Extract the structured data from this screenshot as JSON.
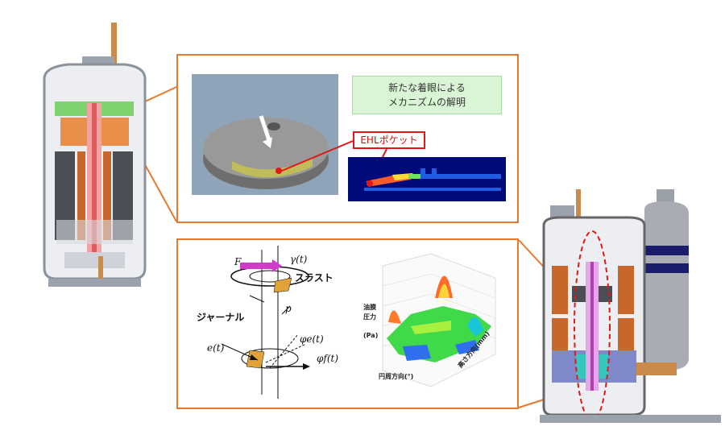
{
  "top_panel": {
    "green_label_line1": "新たな着眼による",
    "green_label_line2": "メカニズムの解明",
    "red_label": "EHLポケット"
  },
  "bottom_panel": {
    "diagram_labels": {
      "F": "F",
      "gamma": "γ(t)",
      "thrust": "スラスト",
      "p": "p",
      "journal": "ジャーナル",
      "e": "e(t)",
      "phi_e": "φe(t)",
      "phi_f": "φf(t)"
    },
    "plot_labels": {
      "z_axis_line1": "油膜",
      "z_axis_line2": "圧力",
      "z_axis_unit": "(Pa)",
      "x_axis": "円周方向(°)",
      "y_axis": "高さ方向(mm)"
    }
  },
  "colors": {
    "frame_orange": "#e8792c",
    "callout_red": "#e01818",
    "label_green": "#d9f5d6"
  }
}
